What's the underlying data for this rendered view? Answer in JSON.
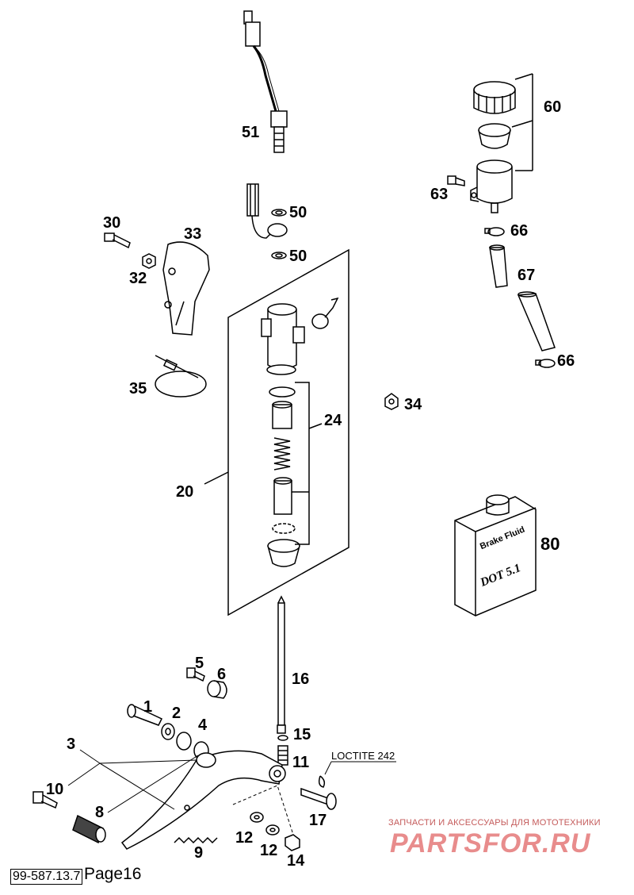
{
  "labels": {
    "p51": "51",
    "p60": "60",
    "p63": "63",
    "p50a": "50",
    "p50b": "50",
    "p30": "30",
    "p33": "33",
    "p32": "32",
    "p66a": "66",
    "p67": "67",
    "p66b": "66",
    "p35": "35",
    "p34": "34",
    "p24": "24",
    "p20": "20",
    "p80": "80",
    "p5": "5",
    "p6": "6",
    "p16": "16",
    "p1": "1",
    "p2": "2",
    "p4": "4",
    "p15": "15",
    "p3": "3",
    "p11": "11",
    "p10": "10",
    "p8": "8",
    "p17": "17",
    "p12a": "12",
    "p12b": "12",
    "p14": "14",
    "p9": "9"
  },
  "annotations": {
    "loctite": "LOCTITE 242",
    "bottle_line1": "Brake Fluid",
    "bottle_line2": "DOT 5.1"
  },
  "watermark": {
    "line": "ЗАПЧАСТИ И АКСЕССУАРЫ ДЛЯ МОТОТЕХНИКИ",
    "logo": "PARTSFOR.RU"
  },
  "footer": {
    "code": "99-587.13.7",
    "page": "Page16"
  }
}
